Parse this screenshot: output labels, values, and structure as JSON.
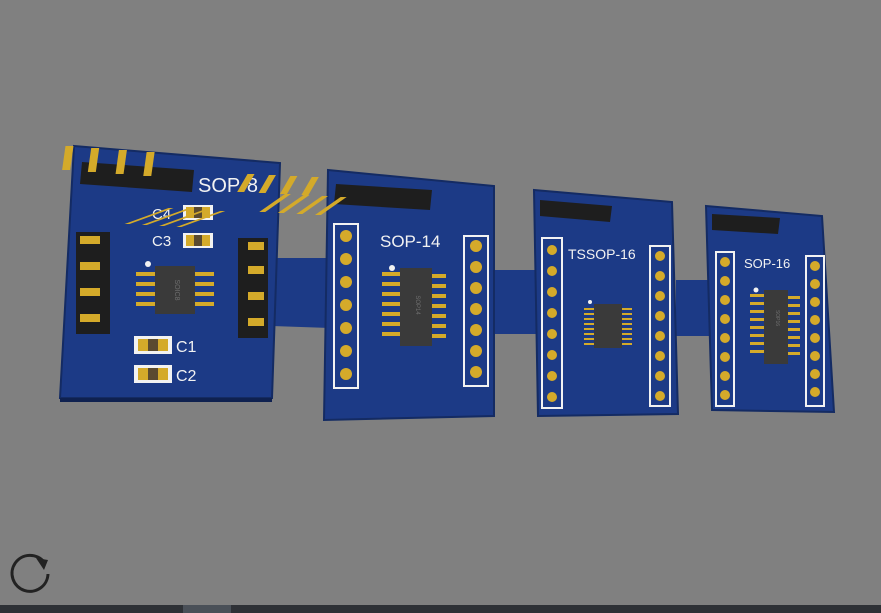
{
  "boards": [
    {
      "id": "sop8",
      "label": "SOP-8",
      "chip_marking": "SOIC8",
      "components": [
        "C4",
        "C3",
        "C1",
        "C2"
      ]
    },
    {
      "id": "sop14",
      "label": "SOP-14",
      "chip_marking": "SOP14"
    },
    {
      "id": "tssop16",
      "label": "TSSOP-16"
    },
    {
      "id": "sop16",
      "label": "SOP-16",
      "chip_marking": "SOP16"
    }
  ],
  "colors": {
    "background": "#808080",
    "pcb": "#1c3a86",
    "pcb_dark": "#142b63",
    "copper": "#c9a227",
    "silkscreen": "#f2f2f2",
    "chip": "#3a3a3a"
  },
  "icons": {
    "rotate": "rotate-view-icon"
  }
}
